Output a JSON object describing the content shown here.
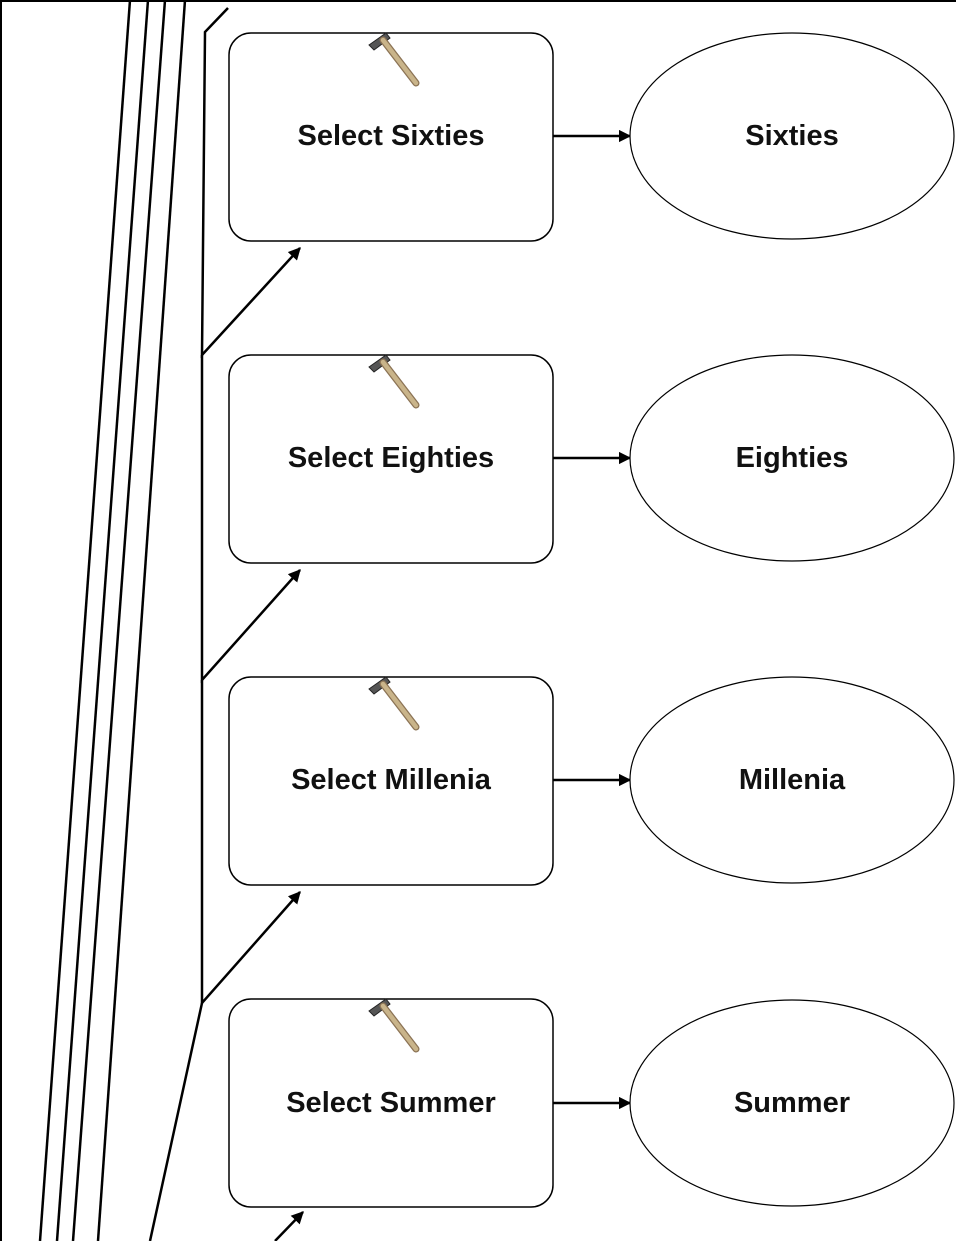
{
  "model": {
    "steps": [
      {
        "tool_label": "Select Sixties",
        "output_label": "Sixties",
        "tool_icon": "hammer-icon"
      },
      {
        "tool_label": "Select Eighties",
        "output_label": "Eighties",
        "tool_icon": "hammer-icon"
      },
      {
        "tool_label": "Select Millenia",
        "output_label": "Millenia",
        "tool_icon": "hammer-icon"
      },
      {
        "tool_label": "Select Summer",
        "output_label": "Summer",
        "tool_icon": "hammer-icon"
      }
    ],
    "colors": {
      "stroke": "#000000",
      "fill": "#ffffff",
      "text": "#111111",
      "hammer_head": "#555555",
      "hammer_handle": "#c9b48a"
    }
  }
}
